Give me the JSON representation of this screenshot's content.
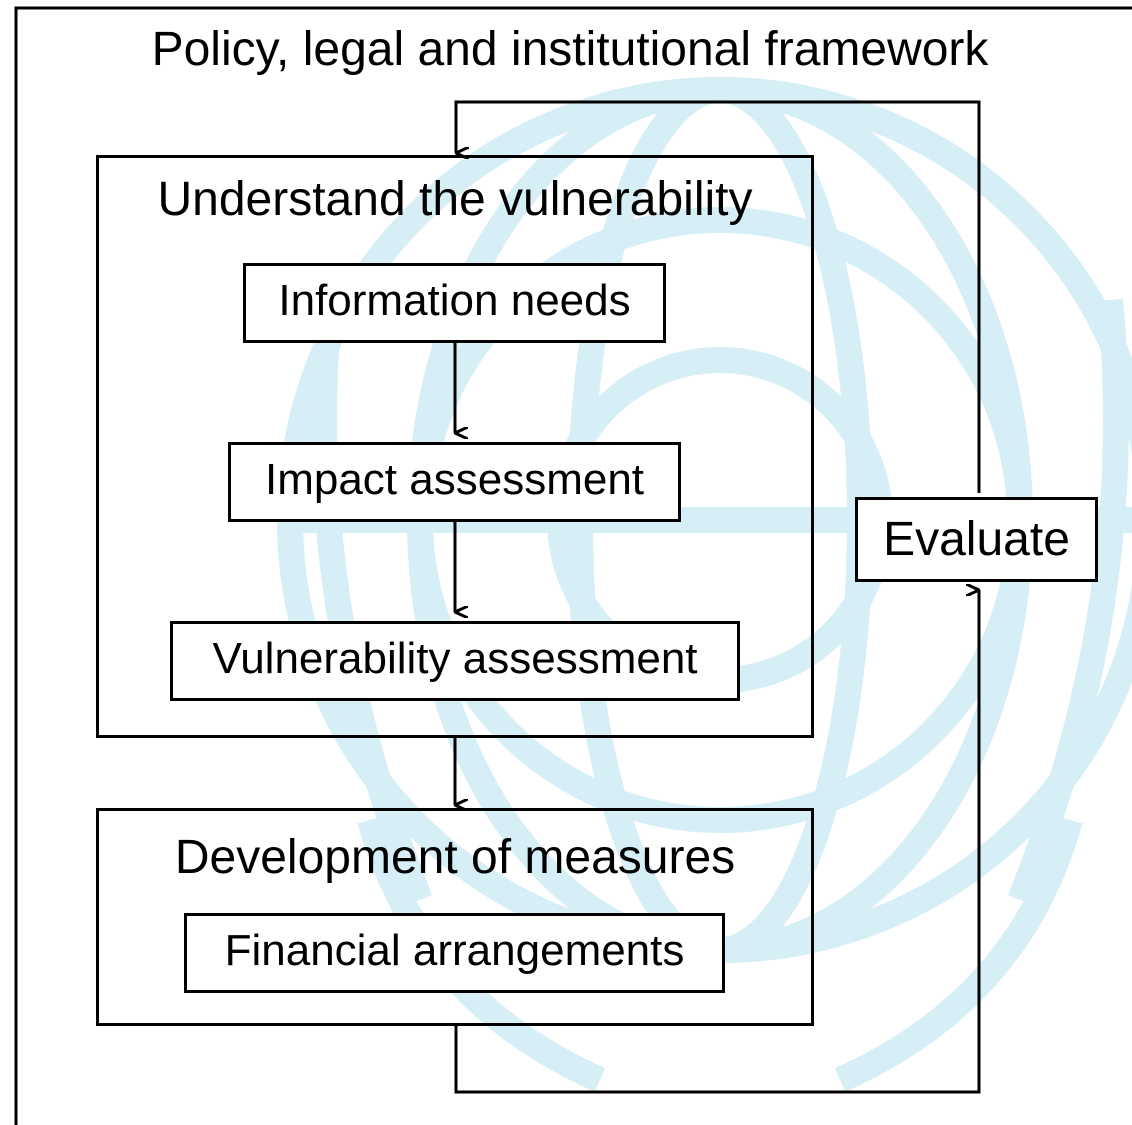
{
  "framework": {
    "title": "Policy, legal and institutional framework"
  },
  "understand": {
    "title": "Understand the vulnerability",
    "steps": [
      "Information needs",
      "Impact assessment",
      "Vulnerability assessment"
    ]
  },
  "development": {
    "title": "Development of measures",
    "steps": [
      "Financial arrangements"
    ]
  },
  "evaluate": {
    "label": "Evaluate"
  },
  "colors": {
    "line": "#000000",
    "watermark": "#d6eef5",
    "background": "#ffffff"
  }
}
